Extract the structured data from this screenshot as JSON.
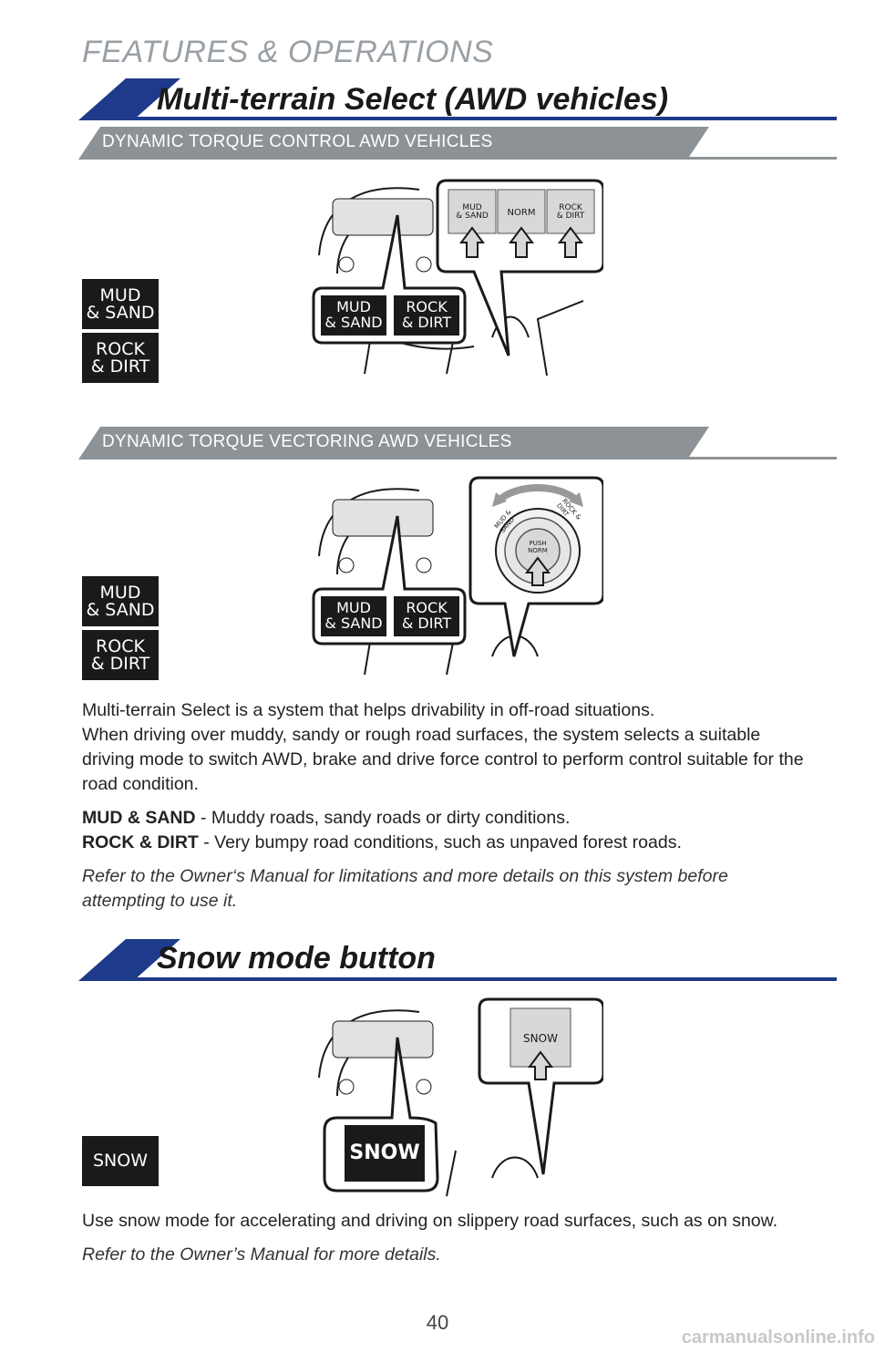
{
  "page": {
    "header": "FEATURES & OPERATIONS",
    "page_number": "40",
    "watermark": "carmanualsonline.info"
  },
  "multi_terrain": {
    "title": "Multi-terrain Select (AWD vehicles)",
    "torque_control": {
      "subhead": "DYNAMIC TORQUE CONTROL AWD VEHICLES",
      "badges": [
        {
          "line1": "MUD",
          "line2": "& SAND"
        },
        {
          "line1": "ROCK",
          "line2": "& DIRT"
        }
      ],
      "panel_buttons": [
        {
          "line1": "MUD",
          "line2": "& SAND"
        },
        {
          "line1": "NORM",
          "line2": ""
        },
        {
          "line1": "ROCK",
          "line2": "& DIRT"
        }
      ],
      "callout_buttons": [
        {
          "line1": "MUD",
          "line2": "& SAND"
        },
        {
          "line1": "ROCK",
          "line2": "& DIRT"
        }
      ]
    },
    "torque_vectoring": {
      "subhead": "DYNAMIC TORQUE VECTORING AWD VEHICLES",
      "badges": [
        {
          "line1": "MUD",
          "line2": "& SAND"
        },
        {
          "line1": "ROCK",
          "line2": "& DIRT"
        }
      ],
      "dial_left": "MUD & SAND",
      "dial_right": "ROCK & DIRT",
      "dial_center_line1": "PUSH",
      "dial_center_line2": "NORM",
      "callout_buttons": [
        {
          "line1": "MUD",
          "line2": "& SAND"
        },
        {
          "line1": "ROCK",
          "line2": "& DIRT"
        }
      ]
    },
    "description_1": "Multi-terrain Select is a system that helps drivability in off-road situations.",
    "description_2": "When driving over muddy, sandy or rough road surfaces, the system selects a suitable driving mode to switch AWD, brake and drive force control to perform control suitable for the road condition.",
    "modes": [
      {
        "name": "MUD & SAND",
        "text": " - Muddy roads, sandy roads or dirty conditions."
      },
      {
        "name": "ROCK & DIRT",
        "text": " - Very bumpy road conditions, such as unpaved forest roads."
      }
    ],
    "note": "Refer to the Owner‘s Manual for limitations and more details on this system before attempting to use it."
  },
  "snow": {
    "title": "Snow mode button",
    "badge": "SNOW",
    "panel_button": "SNOW",
    "callout_button": "SNOW",
    "description": "Use snow mode for accelerating and driving on slippery road surfaces, such as on snow.",
    "note": "Refer to the Owner’s Manual for more details."
  },
  "colors": {
    "brand_blue": "#1e3a8a",
    "subhead_gray": "#8d9296",
    "badge_black": "#1a1a1a"
  }
}
